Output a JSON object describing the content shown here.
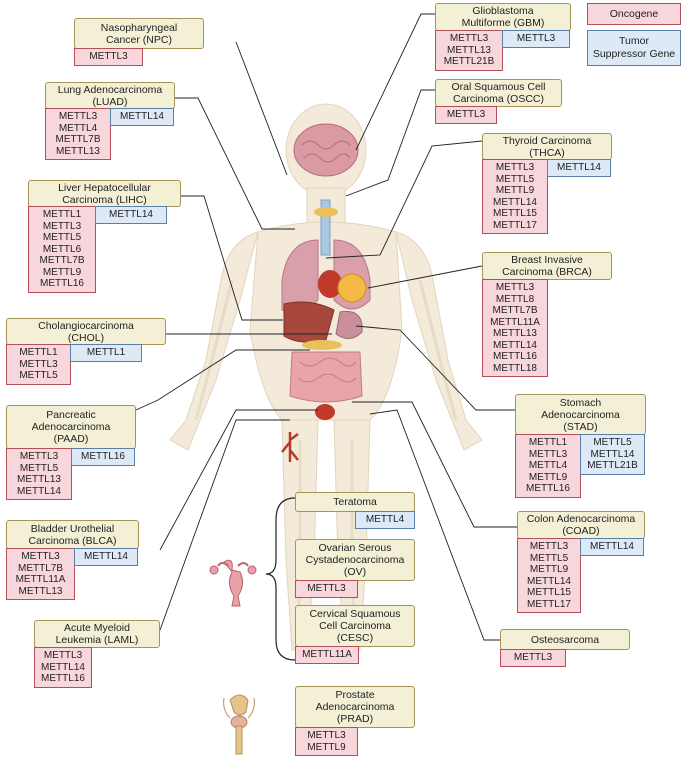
{
  "legend": {
    "oncogene": "Oncogene",
    "tumor_suppressor": "Tumor\nSuppressor Gene",
    "oncogene_color": "#f8d7dc",
    "tumor_suppressor_color": "#dde9f6"
  },
  "cancers": [
    {
      "id": "npc",
      "name": "Nasopharyngeal\nCancer (NPC)",
      "oncogenes": [
        "METTL3"
      ],
      "suppressors": []
    },
    {
      "id": "luad",
      "name": "Lung Adenocarcinoma\n(LUAD)",
      "oncogenes": [
        "METTL3",
        "METTL4",
        "METTL7B",
        "METTL13"
      ],
      "suppressors": [
        "METTL14"
      ]
    },
    {
      "id": "lihc",
      "name": "Liver Hepatocellular\nCarcinoma (LIHC)",
      "oncogenes": [
        "METTL1",
        "METTL3",
        "METTL5",
        "METTL6",
        "METTL7B",
        "METTL9",
        "METTL16"
      ],
      "suppressors": [
        "METTL14"
      ]
    },
    {
      "id": "chol",
      "name": "Cholangiocarcinoma\n(CHOL)",
      "oncogenes": [
        "METTL1",
        "METTL3",
        "METTL5"
      ],
      "suppressors": [
        "METTL1"
      ]
    },
    {
      "id": "paad",
      "name": "Pancreatic\nAdenocarcinoma\n(PAAD)",
      "oncogenes": [
        "METTL3",
        "METTL5",
        "METTL13",
        "METTL14"
      ],
      "suppressors": [
        "METTL16"
      ]
    },
    {
      "id": "blca",
      "name": "Bladder Urothelial\nCarcinoma (BLCA)",
      "oncogenes": [
        "METTL3",
        "METTL7B",
        "METTL11A",
        "METTL13"
      ],
      "suppressors": [
        "METTL14"
      ]
    },
    {
      "id": "laml",
      "name": "Acute Myeloid\nLeukemia (LAML)",
      "oncogenes": [
        "METTL3",
        "METTL14",
        "METTL16"
      ],
      "suppressors": []
    },
    {
      "id": "gbm",
      "name": "Glioblastoma\nMultiforme (GBM)",
      "oncogenes": [
        "METTL3",
        "METTL13",
        "METTL21B"
      ],
      "suppressors": [
        "METTL3"
      ]
    },
    {
      "id": "oscc",
      "name": "Oral Squamous Cell\nCarcinoma (OSCC)",
      "oncogenes": [
        "METTL3"
      ],
      "suppressors": []
    },
    {
      "id": "thca",
      "name": "Thyroid Carcinoma\n(THCA)",
      "oncogenes": [
        "METTL3",
        "METTL5",
        "METTL9",
        "METTL14",
        "METTL15",
        "METTL17"
      ],
      "suppressors": [
        "METTL14"
      ]
    },
    {
      "id": "brca",
      "name": "Breast Invasive\nCarcinoma (BRCA)",
      "oncogenes": [
        "METTL3",
        "METTL8",
        "METTL7B",
        "METTL11A",
        "METTL13",
        "METTL14",
        "METTL16",
        "METTL18"
      ],
      "suppressors": []
    },
    {
      "id": "stad",
      "name": "Stomach\nAdenocarcinoma\n(STAD)",
      "oncogenes": [
        "METTL1",
        "METTL3",
        "METTL4",
        "METTL9",
        "METTL16"
      ],
      "suppressors": [
        "METTL5",
        "METTL14",
        "METTL21B"
      ]
    },
    {
      "id": "coad",
      "name": "Colon Adenocarcinoma\n(COAD)",
      "oncogenes": [
        "METTL3",
        "METTL5",
        "METTL9",
        "METTL14",
        "METTL15",
        "METTL17"
      ],
      "suppressors": [
        "METTL14"
      ]
    },
    {
      "id": "osteo",
      "name": "Osteosarcoma",
      "oncogenes": [
        "METTL3"
      ],
      "suppressors": []
    },
    {
      "id": "teratoma",
      "name": "Teratoma",
      "oncogenes": [],
      "suppressors": [
        "METTL4"
      ]
    },
    {
      "id": "ov",
      "name": "Ovarian Serous\nCystadenocarcinoma\n(OV)",
      "oncogenes": [
        "METTL3"
      ],
      "suppressors": []
    },
    {
      "id": "cesc",
      "name": "Cervical Squamous\nCell Carcinoma\n(CESC)",
      "oncogenes": [
        "METTL11A"
      ],
      "suppressors": []
    },
    {
      "id": "prad",
      "name": "Prostate\nAdenocarcinoma\n(PRAD)",
      "oncogenes": [
        "METTL3",
        "METTL9"
      ],
      "suppressors": []
    }
  ]
}
